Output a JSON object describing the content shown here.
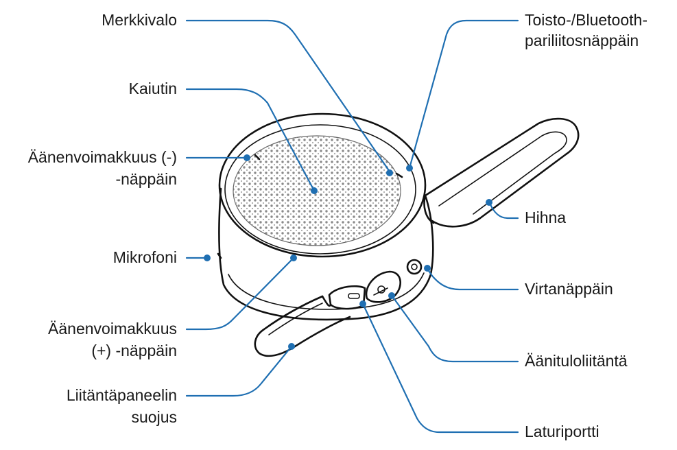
{
  "labels": {
    "merkkivalo": "Merkkivalo",
    "kaiutin": "Kaiutin",
    "vol_minus_1": "Äänenvoimakkuus (-)",
    "vol_minus_2": "-näppäin",
    "mikrofoni": "Mikrofoni",
    "vol_plus_1": "Äänenvoimakkuus",
    "vol_plus_2": "(+) -näppäin",
    "panel_cover_1": "Liitäntäpaneelin",
    "panel_cover_2": "suojus",
    "play_bt_1": "Toisto-/Bluetooth-",
    "play_bt_2": "pariliitosnäppäin",
    "hihna": "Hihna",
    "virtanappain": "Virtanäppäin",
    "aanitulo": "Äänituloliitäntä",
    "laturiportti": "Laturiportti"
  },
  "colors": {
    "leader": "#1f6fb2",
    "ink": "#111111",
    "text": "#1a1a1a"
  },
  "icons": {
    "device": "portable-bluetooth-speaker-illustration"
  }
}
